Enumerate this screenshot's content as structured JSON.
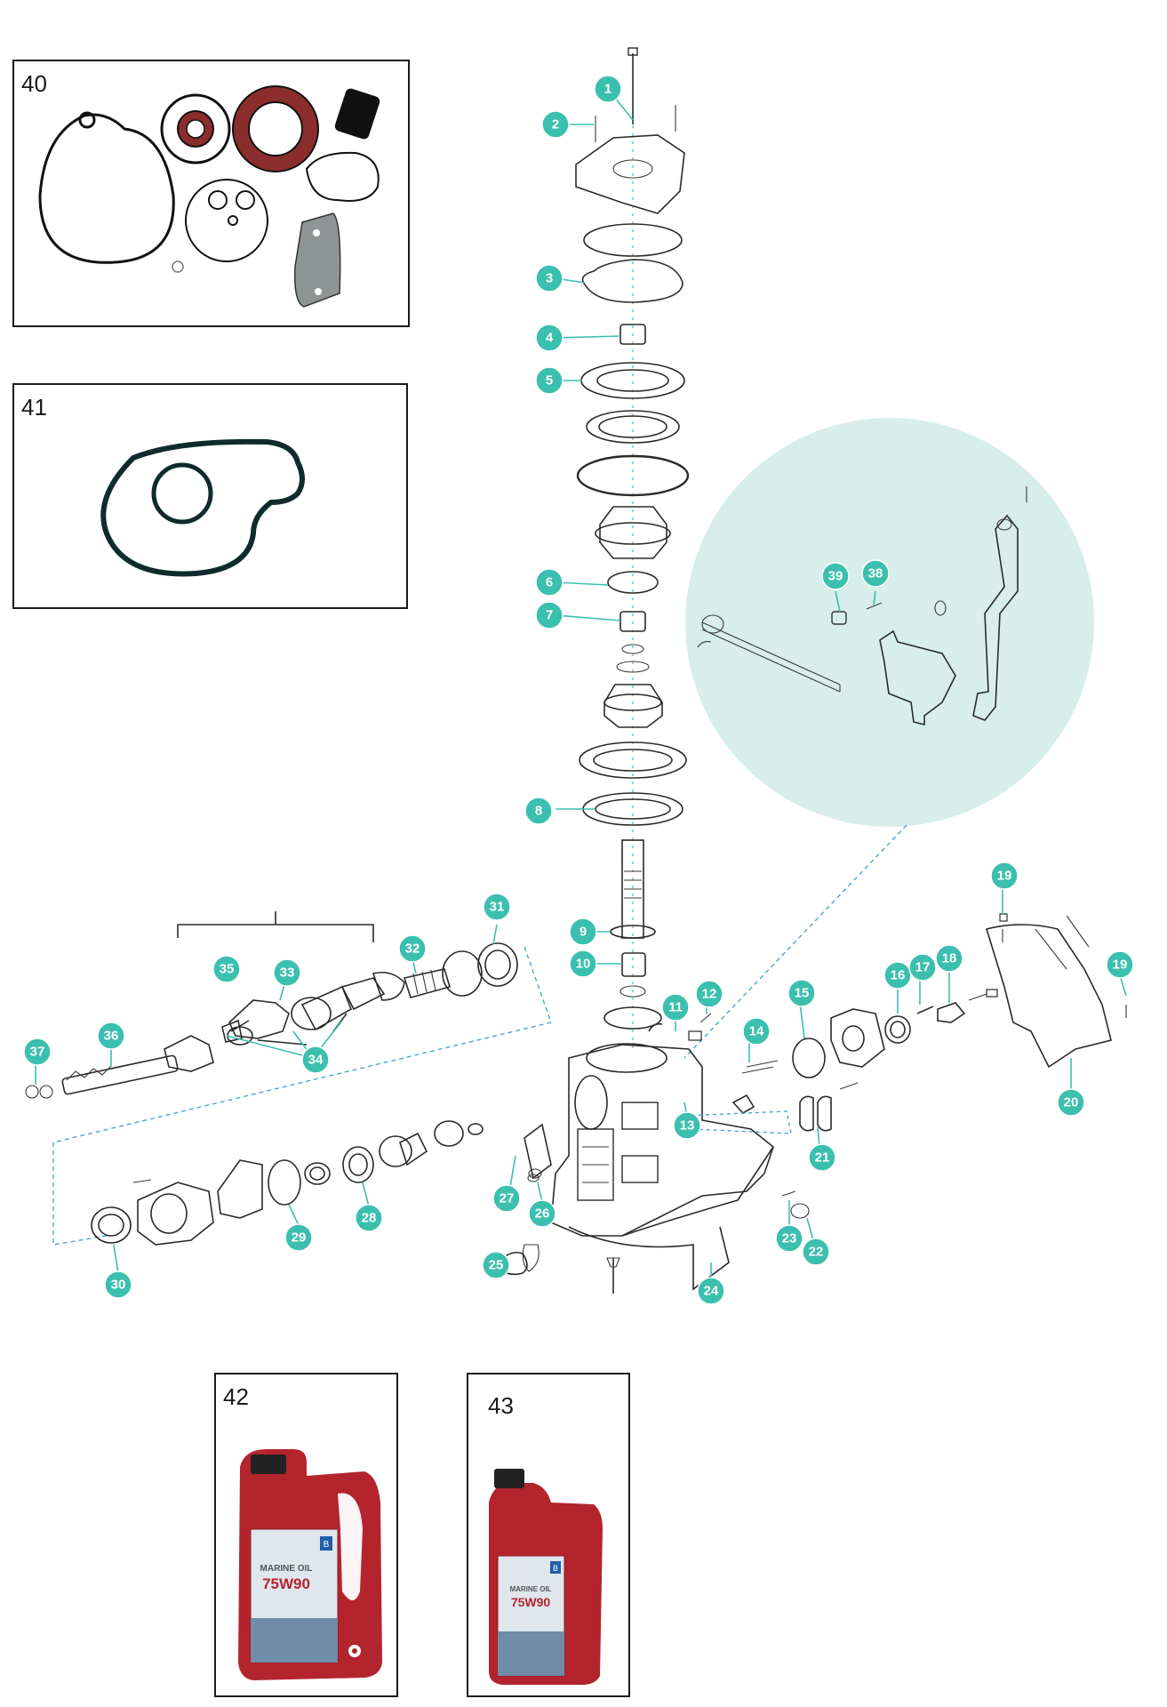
{
  "diagram": {
    "callouts": [
      "1",
      "2",
      "3",
      "4",
      "5",
      "6",
      "7",
      "8",
      "9",
      "10",
      "11",
      "12",
      "13",
      "14",
      "15",
      "16",
      "17",
      "18",
      "19",
      "20",
      "21",
      "22",
      "23",
      "24",
      "25",
      "26",
      "27",
      "28",
      "29",
      "30",
      "31",
      "32",
      "33",
      "34",
      "35",
      "36",
      "37",
      "38",
      "39"
    ],
    "insets": [
      {
        "number": "40",
        "content": "seal-kit"
      },
      {
        "number": "41",
        "content": "gasket-set"
      },
      {
        "number": "42",
        "content": "oil-can-large"
      },
      {
        "number": "43",
        "content": "oil-can-small"
      }
    ],
    "oil_label": {
      "product": "MARINE OIL",
      "grade": "75W90",
      "brand_mark": "B"
    },
    "colors": {
      "callout": "#3bbfae",
      "detail_circle": "#d7eeea",
      "oil_can": "#b3242d",
      "dash_line": "#3b9fd6"
    }
  }
}
